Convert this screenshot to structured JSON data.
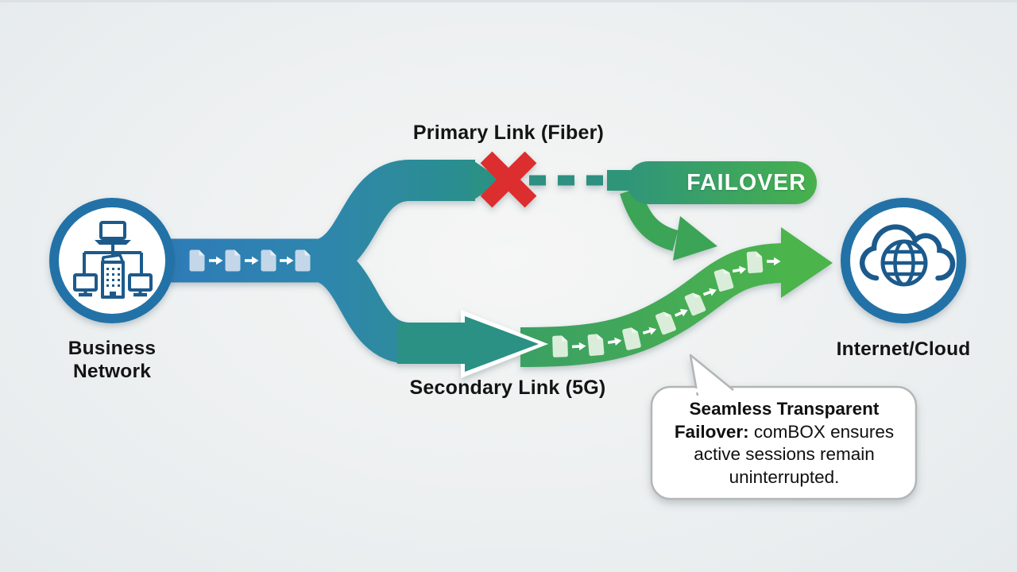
{
  "nodes": {
    "business": {
      "label": "Business Network"
    },
    "internet": {
      "label": "Internet/Cloud"
    }
  },
  "links": {
    "primary": {
      "label": "Primary Link (Fiber)",
      "status": "failed"
    },
    "secondary": {
      "label": "Secondary Link (5G)",
      "status": "active"
    }
  },
  "failover_badge": {
    "label": "FAILOVER"
  },
  "callout": {
    "bold": "Seamless Transparent Failover:",
    "text": " comBOX ensures active sessions remain uninterrupted."
  },
  "colors": {
    "node_border": "#2372a7",
    "icon_stroke": "#1f5a8c",
    "pipe_blue": "#2f7cb7",
    "pipe_teal": "#2a9184",
    "flow_green": "#46ad4f",
    "error_red": "#dc2f2e",
    "doc_blue": "#c3d7e9",
    "doc_green": "#daedda",
    "bubble_border": "#b3b6b5",
    "background": "#edf0f1"
  },
  "icons": {
    "business": "building-with-networked-computers",
    "internet": "cloud-with-globe",
    "failure": "red-x-mark",
    "data": "document-pages-with-arrows"
  }
}
